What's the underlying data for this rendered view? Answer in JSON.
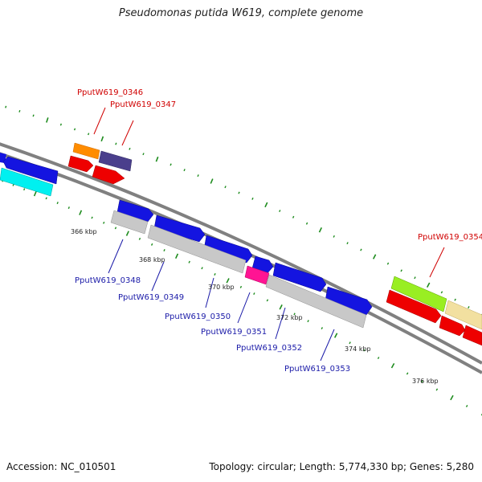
{
  "title": "Pseudomonas putida W619, complete genome",
  "footer": {
    "accession": "Accession: NC_010501",
    "summary": "Topology: circular; Length: 5,774,330 bp; Genes: 5,280"
  },
  "colors": {
    "blue": "#1414e0",
    "red": "#ee0000",
    "orange": "#ff8c00",
    "slate": "#4a3f8c",
    "cyan": "#00f0f0",
    "grey": "#c8c8c8",
    "magenta": "#ff1493",
    "lime": "#99ee22",
    "wheat": "#f2e0a0",
    "backbone": "#808080",
    "tick": "#1e8c1e",
    "red_label": "#d00000",
    "blue_label": "#1a1aa8"
  },
  "scale_labels": [
    "366 kbp",
    "368 kbp",
    "370 kbp",
    "372 kbp",
    "374 kbp",
    "376 kbp"
  ],
  "gene_labels": {
    "top": [
      "PputW619_0346",
      "PputW619_0347",
      "PputW619_0354"
    ],
    "bottom": [
      "PputW619_0348",
      "PputW619_0349",
      "PputW619_0350",
      "PputW619_0351",
      "PputW619_0352",
      "PputW619_0353"
    ]
  }
}
